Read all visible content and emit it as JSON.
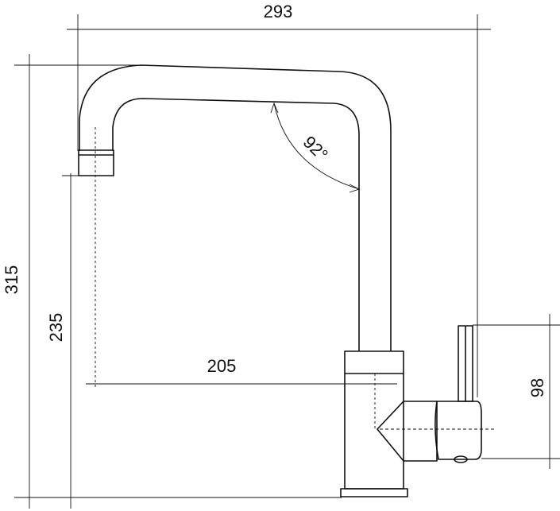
{
  "drawing": {
    "colors": {
      "line": "#111111",
      "background": "#ffffff"
    },
    "dimensions": {
      "overall_width": "293",
      "overall_height": "315",
      "spout_height": "235",
      "spout_reach": "205",
      "spout_angle": "92°",
      "handle_height": "98"
    }
  }
}
